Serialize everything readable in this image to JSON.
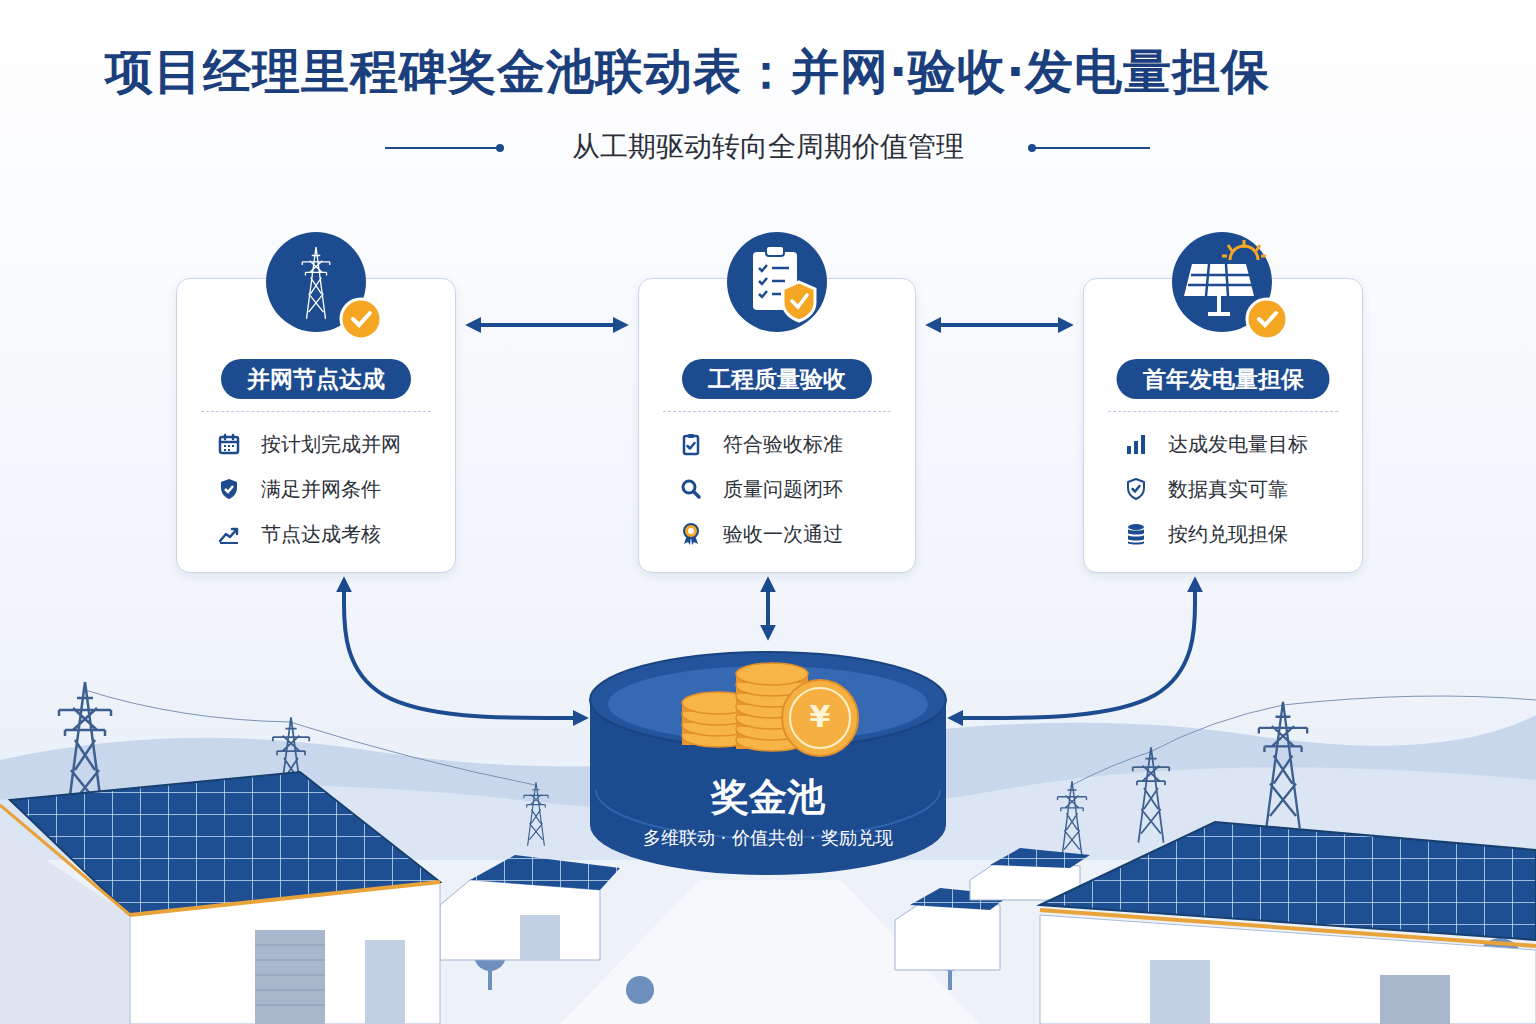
{
  "diagram": {
    "title": "项目经理里程碑奖金池联动表：并网·验收·发电量担保",
    "nodes": [
      {
        "text": [
          "并网节点达成",
          "按计划完成并网",
          "满足并网条件",
          "节点达成考核"
        ]
      },
      {
        "text": [
          "工程质量验收",
          "符合验收标准",
          "质量问题闭环",
          "验收一次通过"
        ]
      },
      {
        "text": [
          "首年发电量担保",
          "达成发电量目标",
          "数据真实可靠",
          "按约兑现担保"
        ]
      },
      {
        "text": [
          "奖金池",
          "多维联动 · 价值共创 · 奖励兑现"
        ]
      }
    ],
    "edges": [
      {
        "from": 0,
        "to": 1,
        "arrow": "both"
      },
      {
        "from": 1,
        "to": 2,
        "arrow": "both"
      },
      {
        "from": 0,
        "to": 3,
        "arrow": "both"
      },
      {
        "from": 1,
        "to": 3,
        "arrow": "both"
      },
      {
        "from": 2,
        "to": 3,
        "arrow": "both"
      }
    ],
    "labels": [
      "从工期驱动转向全周期价值管理",
      "¥"
    ]
  }
}
